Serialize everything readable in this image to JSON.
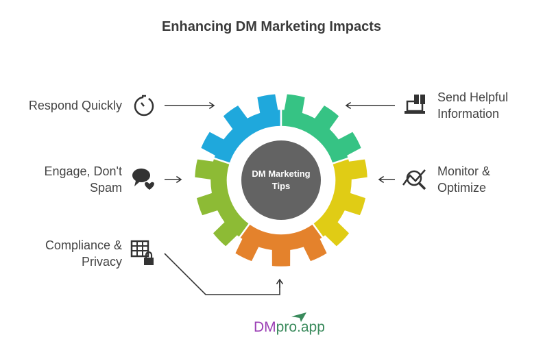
{
  "title": "Enhancing DM Marketing Impacts",
  "center_label": [
    "DM Marketing",
    "Tips"
  ],
  "items": [
    {
      "line1": "Respond Quickly",
      "line2": "",
      "icon": "stopwatch-icon",
      "color": "#1fa8dc"
    },
    {
      "line1": "Send Helpful",
      "line2": "Information",
      "icon": "laptop-gift-icon",
      "color": "#36c384"
    },
    {
      "line1": "Monitor &",
      "line2": "Optimize",
      "icon": "analytics-search-icon",
      "color": "#e0cc15"
    },
    {
      "line1": "Compliance &",
      "line2": "Privacy",
      "icon": "table-lock-icon",
      "color": "#e4822c"
    },
    {
      "line1": "Engage, Don't",
      "line2": "Spam",
      "icon": "chat-heart-icon",
      "color": "#8dbb35"
    }
  ],
  "logo": {
    "dm": "DM",
    "rest": "pro.app",
    "dm_color": "#9b3fb5",
    "rest_color": "#3a8a5c"
  }
}
